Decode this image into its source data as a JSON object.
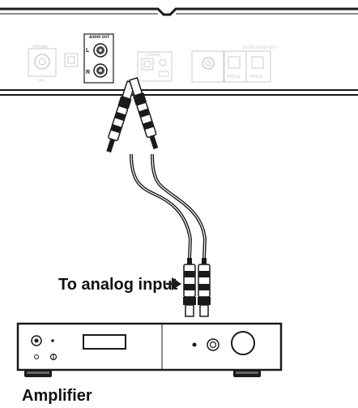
{
  "labels": {
    "to_analog_input": "To analog input",
    "amplifier": "Amplifier"
  },
  "rear_panel": {
    "audio_out_label": "AUDIO OUT",
    "left_port": "L",
    "right_port": "R",
    "other_jack_labels": [
      "ANTENNA",
      "FM",
      "COAXIAL",
      "OPTICAL",
      "OPTICAL",
      "DIGITAL AUDIO OUT"
    ]
  },
  "colors": {
    "line": "#1a1a1a",
    "faded_panel_detail": "#bbbbbb",
    "background": "#ffffff"
  }
}
